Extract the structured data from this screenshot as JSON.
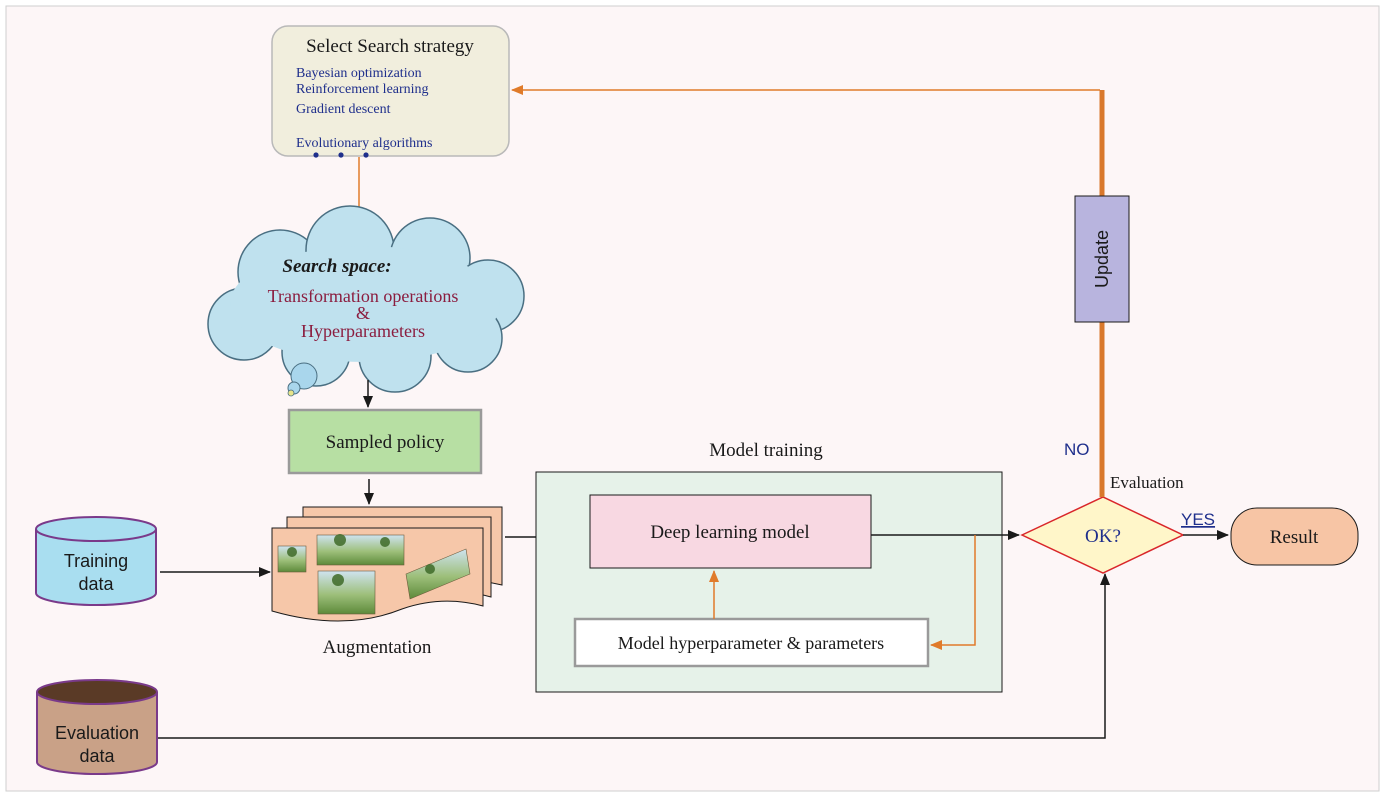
{
  "strategy": {
    "title": "Select Search strategy",
    "items": [
      "Bayesian optimization",
      "Reinforcement learning",
      "Gradient descent",
      "Evolutionary algorithms"
    ]
  },
  "search_space": {
    "heading": "Search space:",
    "line1": "Transformation operations",
    "line2": "&",
    "line3": "Hyperparameters"
  },
  "sampled_policy": "Sampled policy",
  "training_data": {
    "line1": "Training",
    "line2": "data"
  },
  "evaluation_data": {
    "line1": "Evaluation",
    "line2": "data"
  },
  "augmentation": "Augmentation",
  "model_training": {
    "title": "Model training",
    "deep_model": "Deep learning model",
    "hyperparams": "Model hyperparameter & parameters"
  },
  "update": "Update",
  "no_label": "NO",
  "yes_label": "YES",
  "evaluation_label": "Evaluation",
  "decision": "OK?",
  "result": "Result",
  "colors": {
    "background": "#fdf6f7",
    "orange_arrow": "#e07b2a",
    "strategy_fill": "#f1eedd",
    "cloud_fill": "#bfe1ee",
    "sampled_fill": "#b7dfa3",
    "training_fill": "#a9def0",
    "evaluation_fill": "#c9a187",
    "model_area": "#e6f2e9",
    "deep_model_fill": "#f8d8e2",
    "update_fill": "#b8b4de",
    "decision_fill": "#fff6c9",
    "result_fill": "#f7c5a5",
    "blue_text": "#1f2f8c",
    "maroon_text": "#8b1d3f"
  }
}
